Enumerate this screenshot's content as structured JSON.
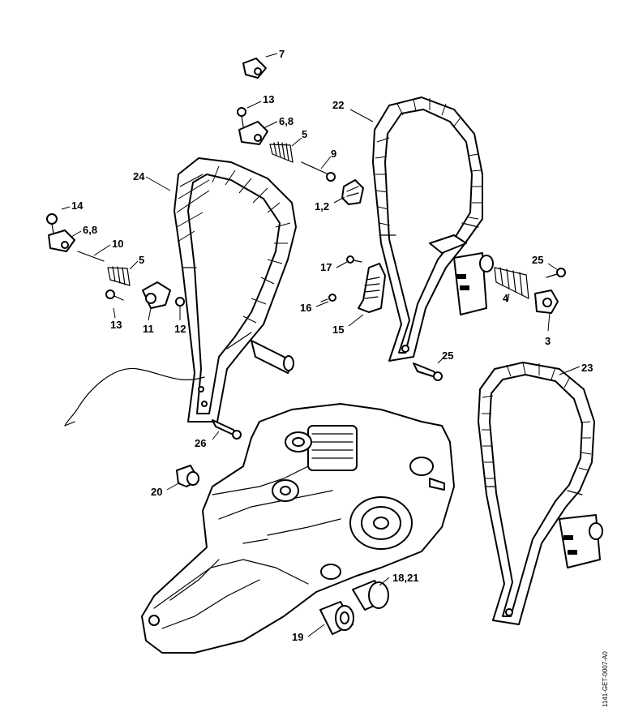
{
  "callouts": [
    {
      "id": "c7",
      "text": "7"
    },
    {
      "id": "c13a",
      "text": "13"
    },
    {
      "id": "c68a",
      "text": "6,8"
    },
    {
      "id": "c5a",
      "text": "5"
    },
    {
      "id": "c9",
      "text": "9"
    },
    {
      "id": "c12a",
      "text": "1,2"
    },
    {
      "id": "c22",
      "text": "22"
    },
    {
      "id": "c24",
      "text": "24"
    },
    {
      "id": "c14",
      "text": "14"
    },
    {
      "id": "c68b",
      "text": "6,8"
    },
    {
      "id": "c10",
      "text": "10"
    },
    {
      "id": "c5b",
      "text": "5"
    },
    {
      "id": "c13b",
      "text": "13"
    },
    {
      "id": "c11",
      "text": "11"
    },
    {
      "id": "c12",
      "text": "12"
    },
    {
      "id": "c17",
      "text": "17"
    },
    {
      "id": "c16",
      "text": "16"
    },
    {
      "id": "c15",
      "text": "15"
    },
    {
      "id": "c25a",
      "text": "25"
    },
    {
      "id": "c4",
      "text": "4"
    },
    {
      "id": "c3",
      "text": "3"
    },
    {
      "id": "c25b",
      "text": "25"
    },
    {
      "id": "c23",
      "text": "23"
    },
    {
      "id": "c26",
      "text": "26"
    },
    {
      "id": "c20",
      "text": "20"
    },
    {
      "id": "c1821",
      "text": "18,21"
    },
    {
      "id": "c19",
      "text": "19"
    }
  ],
  "reference_code": "1141-GET-0007-A0"
}
